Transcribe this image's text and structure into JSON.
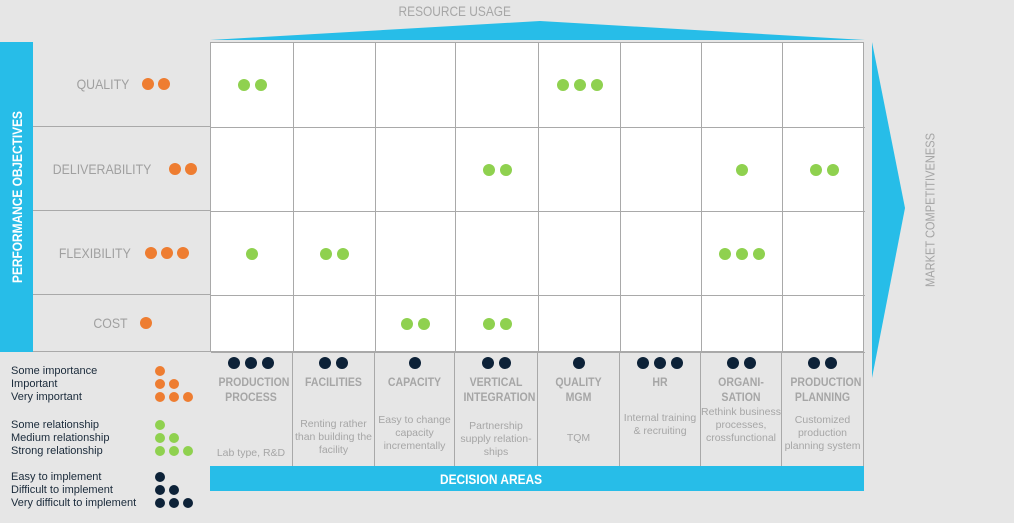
{
  "top_label": "RESOURCE USAGE",
  "left_label": "PERFORMANCE OBJECTIVES",
  "right_label": "MARKET COMPETITIVENESS",
  "bottom_label": "DECISION AREAS",
  "colors": {
    "accent": "#27bde8",
    "importance": "#ee7d31",
    "relationship": "#8fd14f",
    "implementation": "#0d2238"
  },
  "objectives": [
    {
      "label": "QUALITY",
      "importance": 2,
      "relations": [
        2,
        0,
        0,
        0,
        3,
        0,
        0,
        0
      ]
    },
    {
      "label": "DELIVERABILITY",
      "importance": 2,
      "relations": [
        0,
        0,
        0,
        2,
        0,
        0,
        1,
        2
      ]
    },
    {
      "label": "FLEXIBILITY",
      "importance": 3,
      "relations": [
        1,
        2,
        0,
        0,
        0,
        0,
        3,
        0
      ]
    },
    {
      "label": "COST",
      "importance": 1,
      "relations": [
        0,
        0,
        2,
        2,
        0,
        0,
        0,
        0
      ]
    }
  ],
  "decision_areas": [
    {
      "name": "PRODUCTION PROCESS",
      "difficulty": 3,
      "desc": "Lab type, R&D"
    },
    {
      "name": "FACILITIES",
      "difficulty": 2,
      "desc": "Renting rather than building the facility"
    },
    {
      "name": "CAPACITY",
      "difficulty": 1,
      "desc": "Easy to change capacity incrementally"
    },
    {
      "name": "VERTICAL INTEGRATION",
      "difficulty": 2,
      "desc": "Partnership supply relation-ships"
    },
    {
      "name": "QUALITY MGM",
      "difficulty": 1,
      "desc": "TQM"
    },
    {
      "name": "HR",
      "difficulty": 3,
      "desc": "Internal training & recruiting"
    },
    {
      "name": "ORGANI-SATION",
      "difficulty": 2,
      "desc": "Rethink business processes, crossfunctional"
    },
    {
      "name": "PRODUCTION PLANNING",
      "difficulty": 2,
      "desc": "Customized production planning system"
    }
  ],
  "legend": [
    {
      "label": "Some importance",
      "count": 1,
      "kind": "o"
    },
    {
      "label": "Important",
      "count": 2,
      "kind": "o"
    },
    {
      "label": "Very important",
      "count": 3,
      "kind": "o"
    },
    {
      "label": "Some relationship",
      "count": 1,
      "kind": "g"
    },
    {
      "label": "Medium relationship",
      "count": 2,
      "kind": "g"
    },
    {
      "label": "Strong relationship",
      "count": 3,
      "kind": "g"
    },
    {
      "label": "Easy to implement",
      "count": 1,
      "kind": "n"
    },
    {
      "label": "Difficult to implement",
      "count": 2,
      "kind": "n"
    },
    {
      "label": "Very difficult to implement",
      "count": 3,
      "kind": "n"
    }
  ]
}
